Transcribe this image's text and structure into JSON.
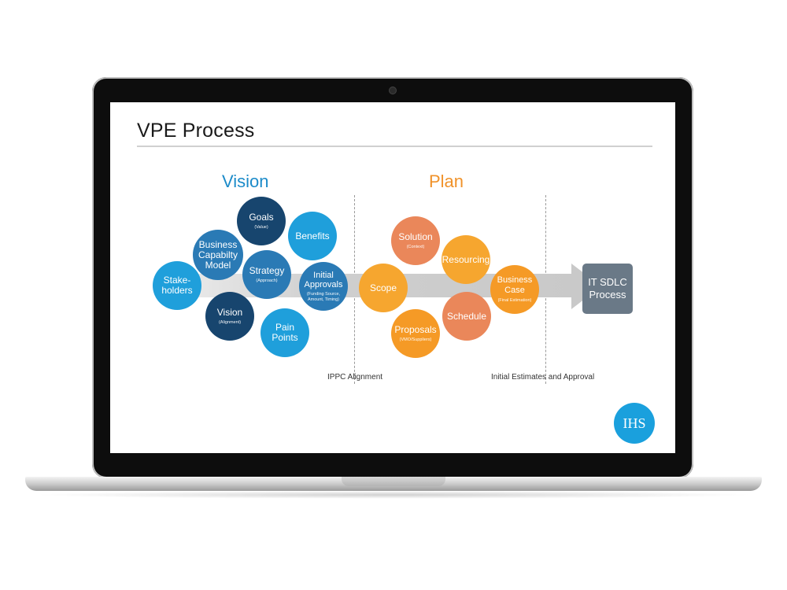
{
  "slide": {
    "title": "VPE Process"
  },
  "sections": {
    "vision": "Vision",
    "plan": "Plan"
  },
  "vision_nodes": {
    "goals": {
      "label": "Goals",
      "sub": "(Value)"
    },
    "benefits": {
      "label": "Benefits",
      "sub": ""
    },
    "business_capability": {
      "label": "Business\nCapabilty\nModel",
      "sub": ""
    },
    "strategy": {
      "label": "Strategy",
      "sub": "(Approach)"
    },
    "initial_approvals": {
      "label": "Initial\nApprovals",
      "sub": "(Funding Source,\nAmount, Timing)"
    },
    "stakeholders": {
      "label": "Stake-\nholders",
      "sub": ""
    },
    "vision": {
      "label": "Vision",
      "sub": "(Alignment)"
    },
    "pain_points": {
      "label": "Pain\nPoints",
      "sub": ""
    }
  },
  "plan_nodes": {
    "solution": {
      "label": "Solution",
      "sub": "(Context)"
    },
    "resourcing": {
      "label": "Resourcing",
      "sub": ""
    },
    "scope": {
      "label": "Scope",
      "sub": ""
    },
    "business_case": {
      "label": "Business\nCase",
      "sub": "(Final Estimation)"
    },
    "schedule": {
      "label": "Schedule",
      "sub": ""
    },
    "proposals": {
      "label": "Proposals",
      "sub": "(VMO/Suppliers)"
    }
  },
  "target_box": {
    "label": "IT SDLC\nProcess"
  },
  "captions": {
    "ippc": "IPPC Alignment",
    "estimates": "Initial Estimates and Approval"
  },
  "logo": {
    "text": "IHS"
  },
  "colors": {
    "light_blue": "#1f9fdb",
    "mid_blue": "#2a7ab5",
    "dark_blue": "#17456e",
    "orange": "#f59a26",
    "salmon": "#ea875a",
    "box_gray": "#6a7987"
  }
}
